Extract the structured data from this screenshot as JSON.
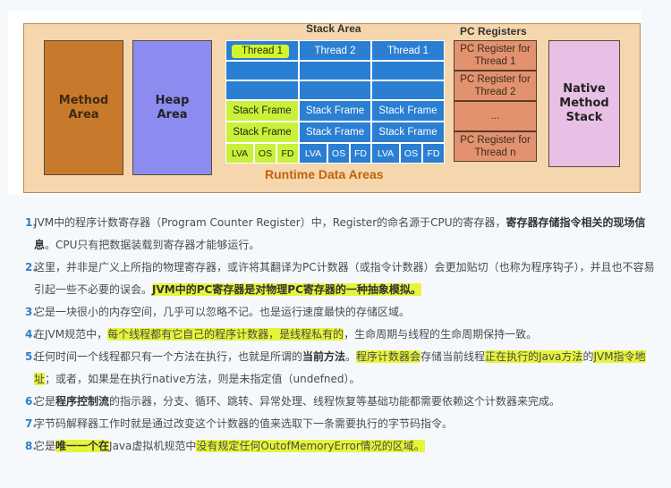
{
  "diagram": {
    "runtime_title": "Runtime Data Areas",
    "method_area": "Method\nArea",
    "heap_area": "Heap\nArea",
    "native_stack": "Native\nMethod\nStack",
    "stack_area_title": "Stack Area",
    "thread_headers": [
      "Thread 1",
      "Thread 2",
      "Thread 1"
    ],
    "stack_frame": "Stack Frame",
    "lva": "LVA",
    "os": "OS",
    "fd": "FD",
    "pc_title": "PC Registers",
    "pc_items": [
      "PC Register for Thread 1",
      "PC Register for Thread 2",
      "...",
      "PC Register for Thread n"
    ]
  },
  "list": [
    {
      "num": "1.",
      "text": "JVM中的程序计数寄存器（Program Counter Register）中，Register的命名源于CPU的寄存器，寄存器存储指令相关的现场信息。CPU只有把数据装载到寄存器才能够运行。"
    },
    {
      "num": "2.",
      "text": "这里，并非是广义上所指的物理寄存器，或许将其翻译为PC计数器（或指令计数器）会更加贴切（也称为程序钩子），并且也不容易引起一些不必要的误会。JVM中的PC寄存器是对物理PC寄存器的一种抽象模拟。"
    },
    {
      "num": "3.",
      "text": "它是一块很小的内存空间，几乎可以忽略不记。也是运行速度最快的存储区域。"
    },
    {
      "num": "4.",
      "text": "在JVM规范中，每个线程都有它自己的程序计数器，是线程私有的，生命周期与线程的生命周期保持一致。"
    },
    {
      "num": "5.",
      "text": "任何时间一个线程都只有一个方法在执行，也就是所谓的当前方法。程序计数器会存储当前线程正在执行的Java方法的JVM指令地址；或者，如果是在执行native方法，则是未指定值（undefned）。"
    },
    {
      "num": "6.",
      "text": "它是程序控制流的指示器，分支、循环、跳转、异常处理、线程恢复等基础功能都需要依赖这个计数器来完成。"
    },
    {
      "num": "7.",
      "text": "字节码解释器工作时就是通过改变这个计数器的值来选取下一条需要执行的字节码指令。"
    },
    {
      "num": "8.",
      "text": "它是唯一一个在Java虚拟机规范中没有规定任何OutofMemoryError情况的区域。"
    }
  ]
}
